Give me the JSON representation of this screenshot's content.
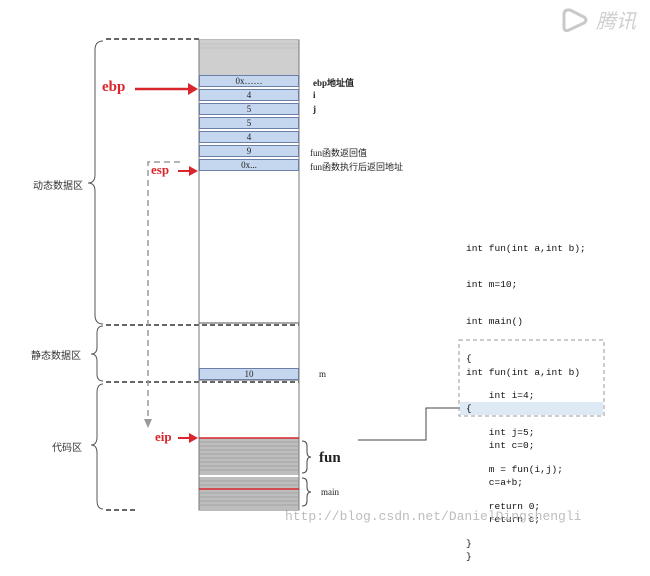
{
  "watermark_logo": {
    "text": "腾讯"
  },
  "registers": {
    "ebp": "ebp",
    "esp": "esp",
    "eip": "eip"
  },
  "zones": {
    "dynamic": "动态数据区",
    "static": "静态数据区",
    "code": "代码区"
  },
  "stack_cells": [
    "0x……",
    "4",
    "5",
    "5",
    "4",
    "9",
    "0x..."
  ],
  "stack_labels": [
    "ebp地址值",
    "i",
    "j",
    "",
    "",
    "fun函数返回值",
    "fun函数执行后返回地址"
  ],
  "static_cell": {
    "value": "10",
    "label": "m"
  },
  "code_labels": {
    "fun": "fun",
    "main": "main"
  },
  "code_main": [
    "int fun(int a,int b);",
    "int m=10;",
    "int main()",
    "{",
    "    int i=4;",
    "    int j=5;",
    "    m = fun(i,j);",
    "    return 0;",
    "}"
  ],
  "code_fun": [
    "int fun(int a,int b)",
    "{",
    "    int c=0;",
    "    c=a+b;",
    "    return c;",
    "}"
  ],
  "watermark_url": "http://blog.csdn.net/DanielDingshengli",
  "colors": {
    "cell_fill": "#c5d7ef",
    "register_red": "#d8262c",
    "code_highlight": "#dde9f5"
  }
}
